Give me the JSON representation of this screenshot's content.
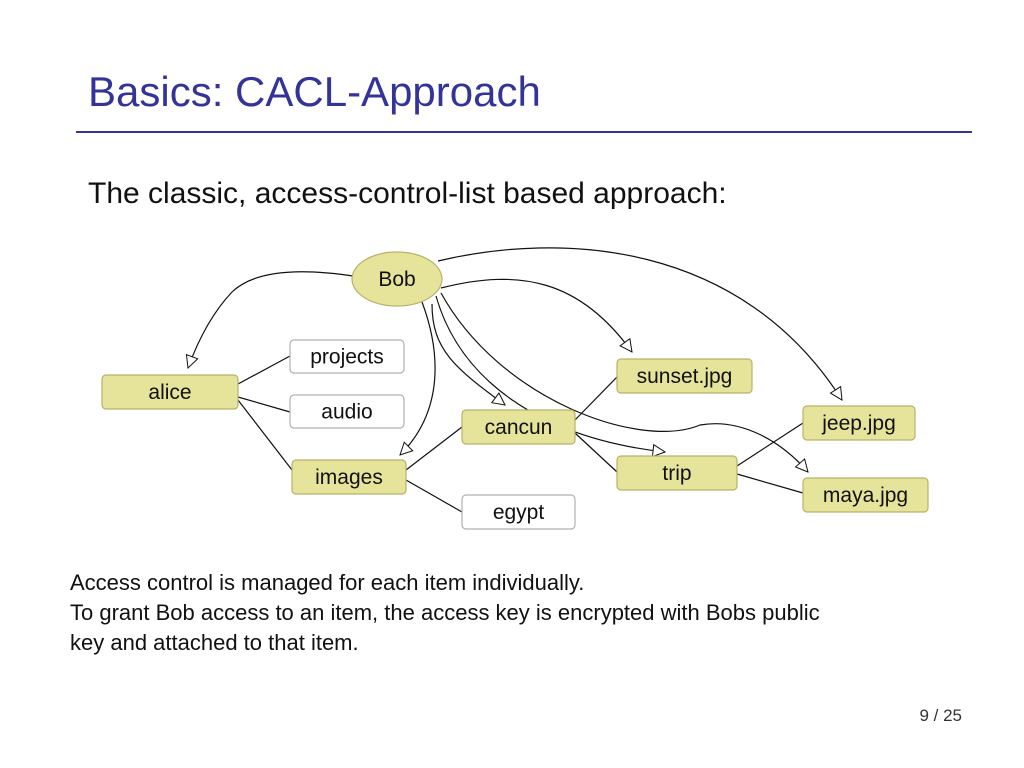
{
  "slide": {
    "title": "Basics: CACL-Approach",
    "intro": "The classic, access-control-list based approach:",
    "body_lines": [
      "Access control is managed for each item individually.",
      "To grant Bob access to an item, the access key is encrypted with Bobs public",
      "key and attached to that item."
    ],
    "page_number": "9 / 25"
  },
  "colors": {
    "title": "#333399",
    "node_fill_highlight": "#e6e39a",
    "node_stroke_highlight": "#b8b26a",
    "node_fill_plain": "#ffffff",
    "node_stroke_plain": "#b0b0b0",
    "edge": "#111111"
  },
  "diagram": {
    "nodes": [
      {
        "id": "bob",
        "label": "Bob",
        "shape": "ellipse",
        "style": "highlight"
      },
      {
        "id": "alice",
        "label": "alice",
        "shape": "box",
        "style": "highlight"
      },
      {
        "id": "projects",
        "label": "projects",
        "shape": "box",
        "style": "plain"
      },
      {
        "id": "audio",
        "label": "audio",
        "shape": "box",
        "style": "plain"
      },
      {
        "id": "images",
        "label": "images",
        "shape": "box",
        "style": "highlight"
      },
      {
        "id": "cancun",
        "label": "cancun",
        "shape": "box",
        "style": "highlight"
      },
      {
        "id": "egypt",
        "label": "egypt",
        "shape": "box",
        "style": "plain"
      },
      {
        "id": "sunset",
        "label": "sunset.jpg",
        "shape": "box",
        "style": "highlight"
      },
      {
        "id": "trip",
        "label": "trip",
        "shape": "box",
        "style": "highlight"
      },
      {
        "id": "jeep",
        "label": "jeep.jpg",
        "shape": "box",
        "style": "highlight"
      },
      {
        "id": "maya",
        "label": "maya.jpg",
        "shape": "box",
        "style": "highlight"
      }
    ],
    "tree_edges": [
      {
        "from": "alice",
        "to": "projects"
      },
      {
        "from": "alice",
        "to": "audio"
      },
      {
        "from": "alice",
        "to": "images"
      },
      {
        "from": "images",
        "to": "cancun"
      },
      {
        "from": "images",
        "to": "egypt"
      },
      {
        "from": "cancun",
        "to": "sunset"
      },
      {
        "from": "cancun",
        "to": "trip"
      },
      {
        "from": "trip",
        "to": "jeep"
      },
      {
        "from": "trip",
        "to": "maya"
      }
    ],
    "access_edges": [
      {
        "from": "bob",
        "to": "alice"
      },
      {
        "from": "bob",
        "to": "images"
      },
      {
        "from": "bob",
        "to": "cancun"
      },
      {
        "from": "bob",
        "to": "sunset"
      },
      {
        "from": "bob",
        "to": "trip"
      },
      {
        "from": "bob",
        "to": "jeep"
      },
      {
        "from": "bob",
        "to": "maya"
      }
    ]
  }
}
